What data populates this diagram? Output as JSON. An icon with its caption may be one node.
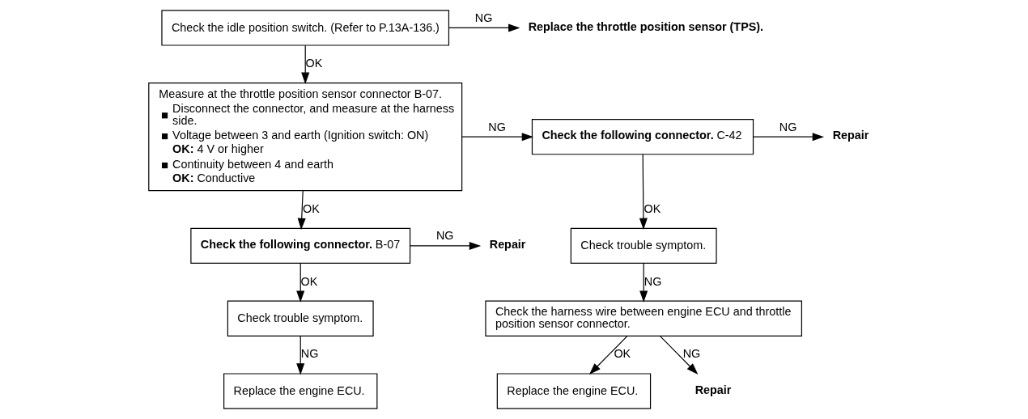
{
  "diagram": {
    "nodes": [
      {
        "text": [
          "Check the idle position switch. (Refer to P.13A-136.)"
        ]
      },
      {
        "text": [
          "Replace the throttle position sensor (TPS)."
        ]
      },
      {
        "text": [
          "Measure at the throttle position sensor connector B-07.",
          "Disconnect the connector, and measure at the harness side.",
          "Voltage between 3 and earth (Ignition switch: ON)",
          "**OK:** 4 V or higher",
          "Continuity between 4 and earth",
          "**OK:** Conductive"
        ]
      },
      {
        "text": [
          "**Check the following connector.** B-07"
        ]
      },
      {
        "text": [
          "Repair"
        ]
      },
      {
        "text": [
          "Check trouble symptom."
        ]
      },
      {
        "text": [
          "Replace the engine ECU."
        ]
      },
      {
        "text": [
          "**Check the following connector.** C-42"
        ]
      },
      {
        "text": [
          "Repair"
        ]
      },
      {
        "text": [
          "Check trouble symptom."
        ]
      },
      {
        "text": [
          "Check the harness wire between engine ECU and throttle position sensor connector."
        ]
      },
      {
        "text": [
          "Replace the engine ECU."
        ]
      },
      {
        "text": [
          "Repair"
        ]
      }
    ],
    "edges": [
      {
        "from": 0,
        "to": 1,
        "arrow": "to",
        "label": "NG"
      },
      {
        "from": 0,
        "to": 2,
        "arrow": "to",
        "label": "OK"
      },
      {
        "from": 2,
        "to": 7,
        "arrow": "to",
        "label": "NG"
      },
      {
        "from": 7,
        "to": 8,
        "arrow": "to",
        "label": "NG"
      },
      {
        "from": 7,
        "to": 9,
        "arrow": "to",
        "label": "OK"
      },
      {
        "from": 9,
        "to": 10,
        "arrow": "to",
        "label": "NG"
      },
      {
        "from": 10,
        "to": 11,
        "arrow": "to",
        "label": "OK"
      },
      {
        "from": 10,
        "to": 12,
        "arrow": "to",
        "label": "NG"
      },
      {
        "from": 2,
        "to": 3,
        "arrow": "to",
        "label": "OK"
      },
      {
        "from": 3,
        "to": 4,
        "arrow": "to",
        "label": "NG"
      },
      {
        "from": 3,
        "to": 5,
        "arrow": "to",
        "label": "OK"
      },
      {
        "from": 5,
        "to": 6,
        "arrow": "to",
        "label": "NG"
      }
    ]
  }
}
